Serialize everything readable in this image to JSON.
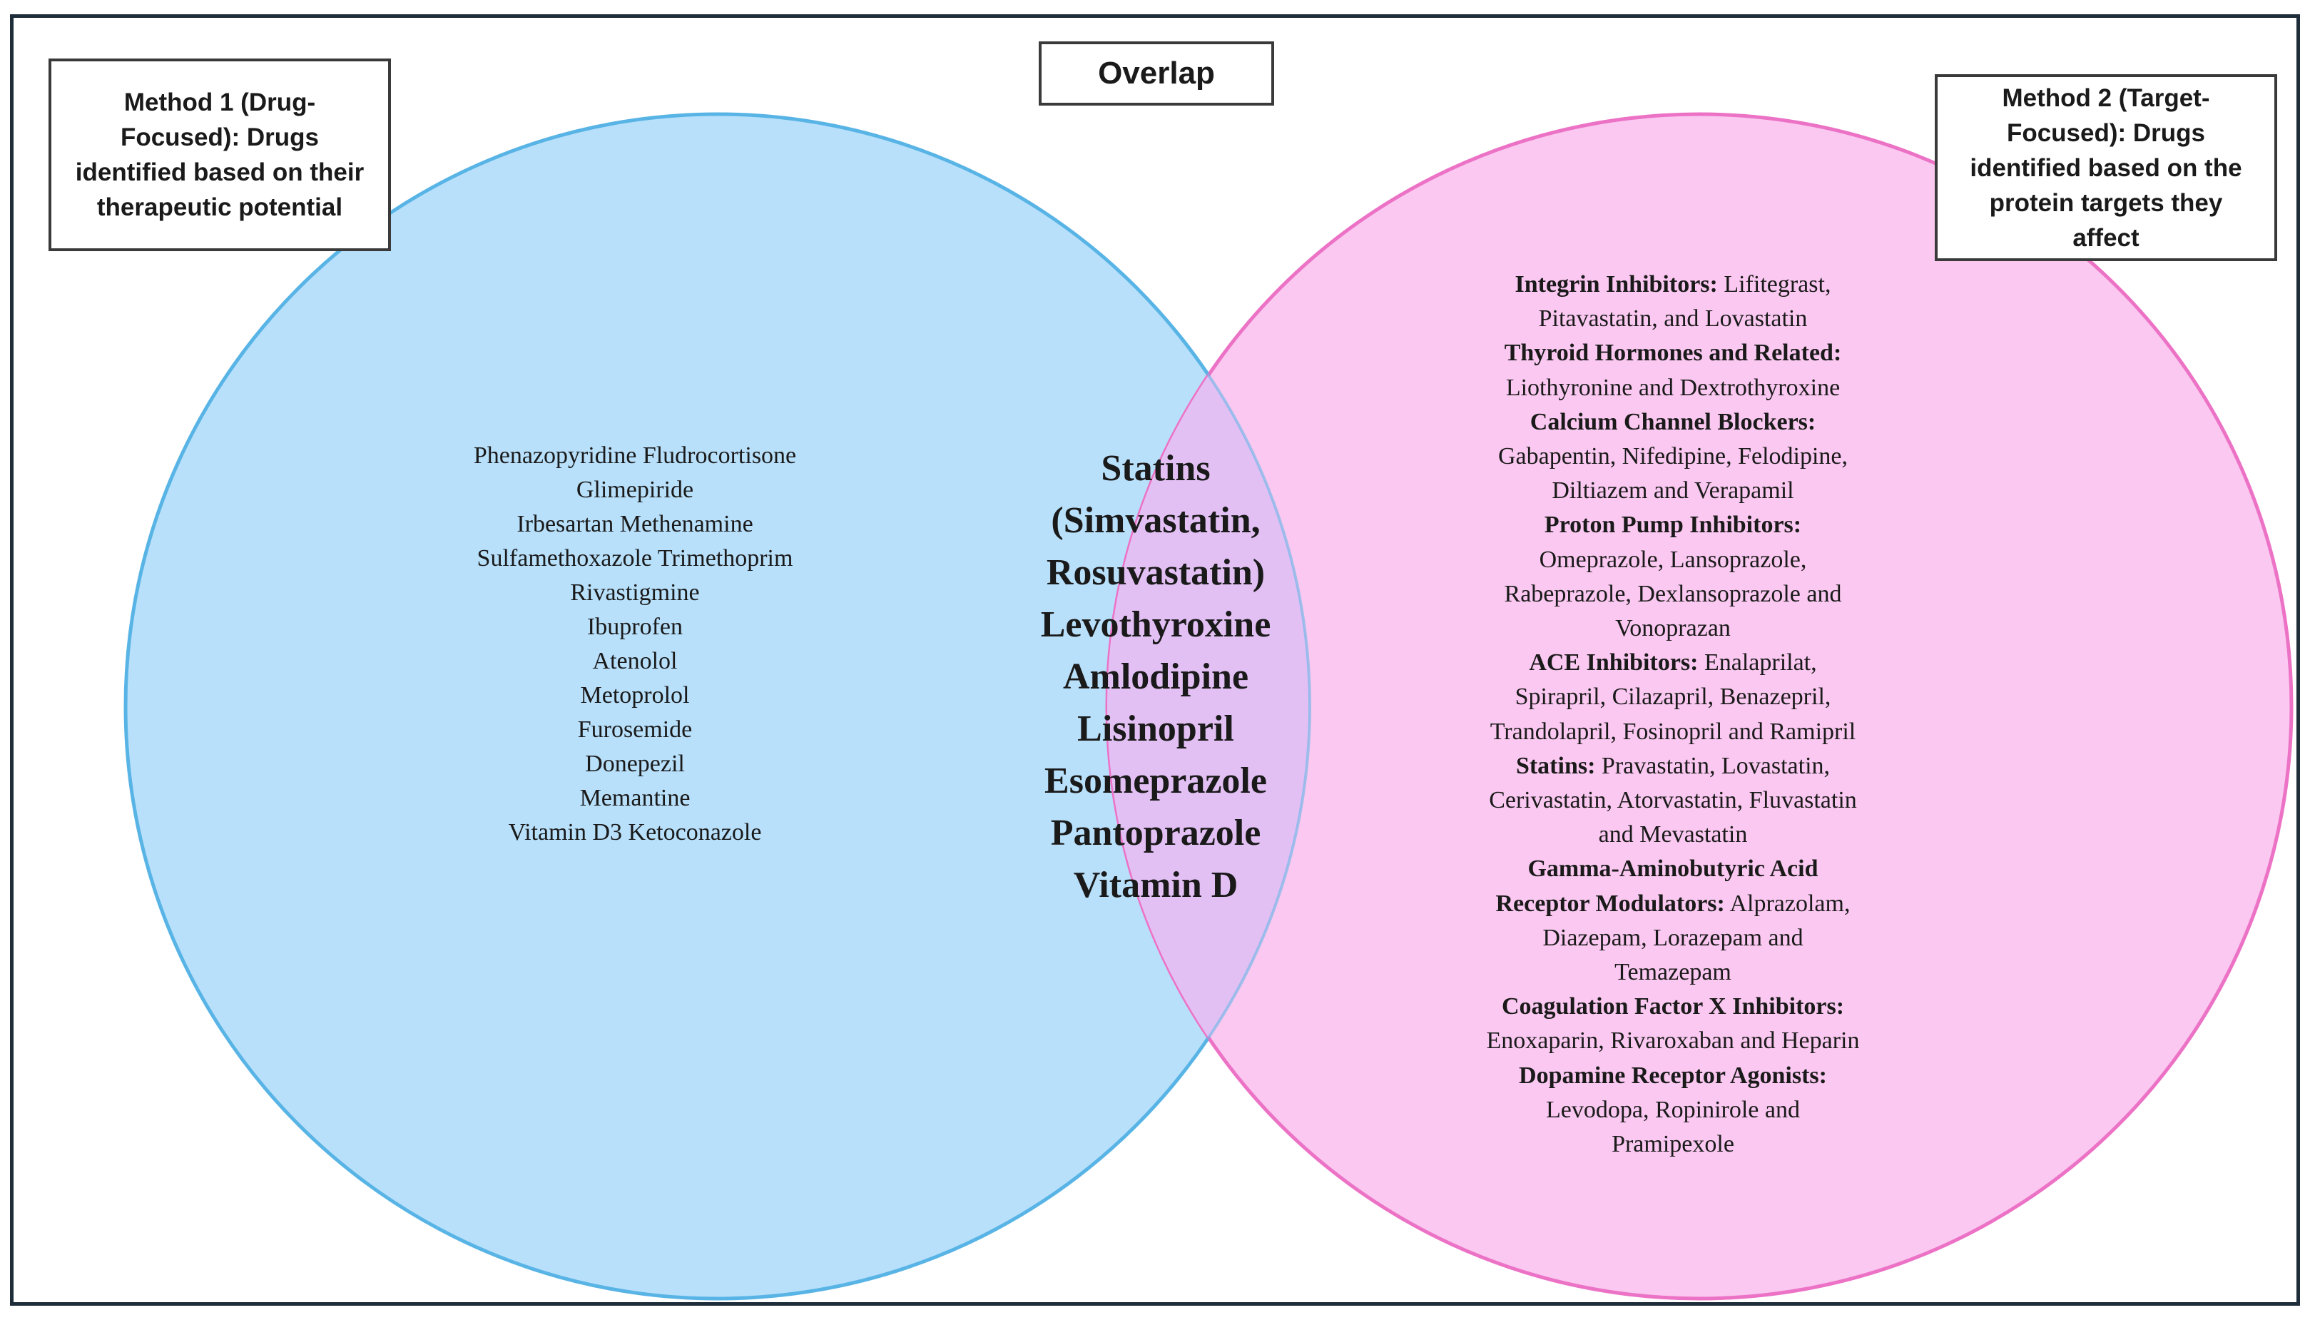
{
  "method1_label": "Method 1 (Drug-Focused): Drugs identified based on their therapeutic potential",
  "overlap_label": "Overlap",
  "method2_label": "Method 2 (Target-Focused): Drugs identified based on the protein targets they affect",
  "method1_drugs": [
    "Phenazopyridine Fludrocortisone",
    "Glimepiride",
    "Irbesartan Methenamine",
    "Sulfamethoxazole Trimethoprim",
    "Rivastigmine",
    "Ibuprofen",
    "Atenolol",
    "Metoprolol",
    "Furosemide",
    "Donepezil",
    "Memantine",
    "Vitamin D3 Ketoconazole"
  ],
  "overlap_drugs": [
    "Statins",
    "(Simvastatin,",
    "Rosuvastatin)",
    "Levothyroxine",
    "Amlodipine",
    "Lisinopril",
    "Esomeprazole",
    "Pantoprazole",
    "Vitamin D"
  ],
  "method2_lines": [
    {
      "category": "Integrin Inhibitors:",
      "text": "Lifitegrast,"
    },
    {
      "category": "",
      "text": "Pitavastatin, and Lovastatin"
    },
    {
      "category": "Thyroid Hormones and Related:",
      "text": ""
    },
    {
      "category": "",
      "text": "Liothyronine and Dextrothyroxine"
    },
    {
      "category": "Calcium Channel Blockers:",
      "text": ""
    },
    {
      "category": "",
      "text": "Gabapentin, Nifedipine, Felodipine,"
    },
    {
      "category": "",
      "text": "Diltiazem and Verapamil"
    },
    {
      "category": "Proton Pump Inhibitors:",
      "text": ""
    },
    {
      "category": "",
      "text": "Omeprazole, Lansoprazole,"
    },
    {
      "category": "",
      "text": "Rabeprazole, Dexlansoprazole and"
    },
    {
      "category": "",
      "text": "Vonoprazan"
    },
    {
      "category": "ACE Inhibitors:",
      "text": "Enalaprilat,"
    },
    {
      "category": "",
      "text": "Spirapril, Cilazapril, Benazepril,"
    },
    {
      "category": "",
      "text": "Trandolapril, Fosinopril and Ramipril"
    },
    {
      "category": "Statins:",
      "text": "Pravastatin, Lovastatin,"
    },
    {
      "category": "",
      "text": "Cerivastatin, Atorvastatin, Fluvastatin"
    },
    {
      "category": "",
      "text": "and Mevastatin"
    },
    {
      "category": "Gamma-Aminobutyric Acid",
      "text": ""
    },
    {
      "category": "Receptor Modulators:",
      "text": "Alprazolam,"
    },
    {
      "category": "",
      "text": "Diazepam, Lorazepam and"
    },
    {
      "category": "",
      "text": "Temazepam"
    },
    {
      "category": "Coagulation Factor X Inhibitors:",
      "text": ""
    },
    {
      "category": "",
      "text": "Enoxaparin, Rivaroxaban and Heparin"
    },
    {
      "category": "Dopamine Receptor Agonists:",
      "text": ""
    },
    {
      "category": "",
      "text": "Levodopa, Ropinirole and"
    },
    {
      "category": "",
      "text": "Pramipexole"
    }
  ],
  "colors": {
    "method1_fill": "#b8e0fb",
    "method1_stroke": "#5ab4e6",
    "method2_fill": "#fac8f0",
    "method2_stroke": "#ec72c6",
    "overlap_fill": "#e3c0f4",
    "frame": "#1f2d3a"
  }
}
